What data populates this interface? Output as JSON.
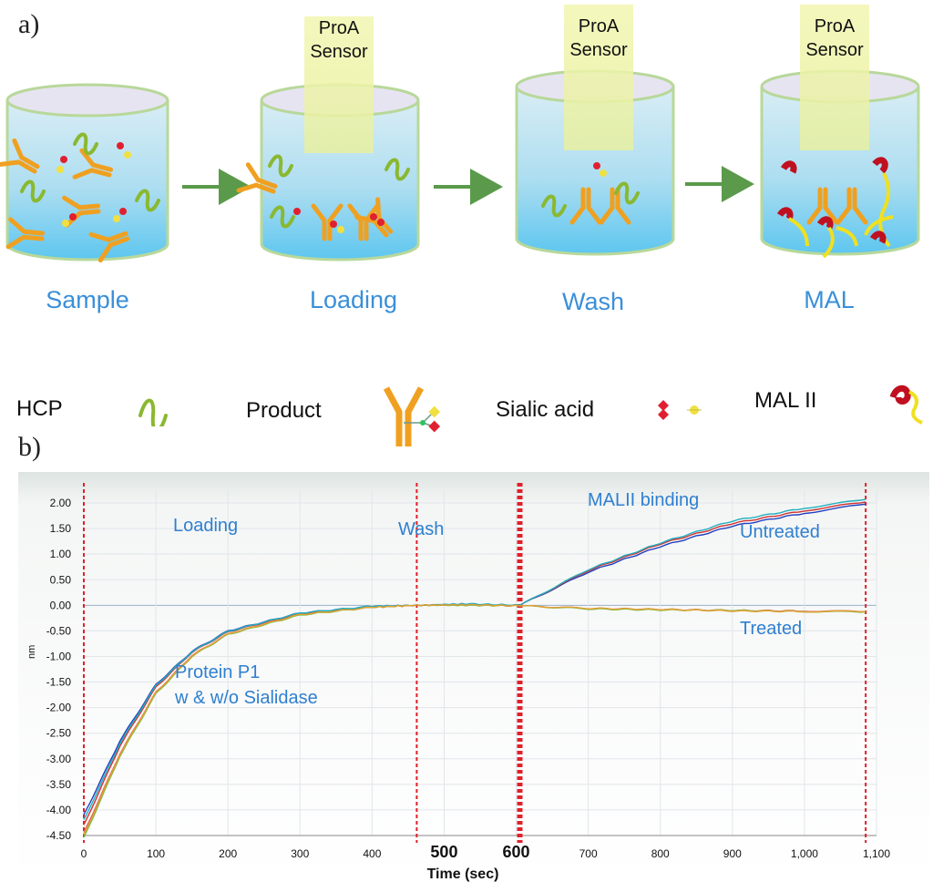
{
  "panel_a": {
    "letter": "a)",
    "sensor_label_line1": "ProA",
    "sensor_label_line2": "Sensor",
    "steps": [
      "Sample",
      "Loading",
      "Wash",
      "MAL"
    ]
  },
  "legend": {
    "hcp": "HCP",
    "product": "Product",
    "sialic_acid": "Sialic acid",
    "mal2": "MAL II"
  },
  "panel_b": {
    "letter": "b)",
    "annotations": {
      "loading": "Loading",
      "wash": "Wash",
      "malii_binding": "MALII binding",
      "untreated": "Untreated",
      "treated": "Treated",
      "protein_line1": "Protein P1",
      "protein_line2": "w & w/o Sialidase"
    }
  },
  "colors": {
    "label_blue": "#3a8fd8",
    "liquid_top": "#d9ecf3",
    "liquid_bottom": "#5cc6ee",
    "sensor": "#f1f5a8",
    "antibody": "#f0a020",
    "hcp": "#8ab830",
    "arrow": "#5a9a4a",
    "phase_line": "#e0202a"
  },
  "chart_data": {
    "type": "line",
    "xlabel": "Time (sec)",
    "ylabel": "nm",
    "xlim": [
      0,
      1100
    ],
    "ylim": [
      -4.5,
      2.25
    ],
    "x_ticks": [
      "0",
      "100",
      "200",
      "300",
      "400",
      "500",
      "600",
      "700",
      "800",
      "900",
      "1,000",
      "1,100"
    ],
    "y_ticks": [
      "2.00",
      "1.50",
      "1.00",
      "0.50",
      "0.00",
      "-0.50",
      "-1.00",
      "-1.50",
      "-2.00",
      "-2.50",
      "-3.00",
      "-3.50",
      "-4.00",
      "-4.50"
    ],
    "phase_boundaries": [
      0,
      462,
      605,
      1085
    ],
    "series": [
      {
        "group": "Untreated",
        "color": "#2040c0",
        "x": [
          0,
          50,
          100,
          150,
          200,
          300,
          400,
          462,
          530,
          605,
          700,
          800,
          900,
          1000,
          1085
        ],
        "y": [
          -4.1,
          -2.65,
          -1.55,
          -0.9,
          -0.5,
          -0.15,
          -0.02,
          0.0,
          0.02,
          0.0,
          0.65,
          1.15,
          1.55,
          1.8,
          1.98
        ]
      },
      {
        "group": "Untreated",
        "color": "#d03030",
        "x": [
          0,
          50,
          100,
          150,
          200,
          300,
          400,
          462,
          530,
          605,
          700,
          800,
          900,
          1000,
          1085
        ],
        "y": [
          -4.3,
          -2.75,
          -1.6,
          -0.92,
          -0.52,
          -0.16,
          -0.03,
          0.0,
          0.01,
          0.0,
          0.68,
          1.2,
          1.6,
          1.85,
          2.02
        ]
      },
      {
        "group": "Untreated",
        "color": "#20b0c0",
        "x": [
          0,
          50,
          100,
          150,
          200,
          300,
          400,
          462,
          530,
          605,
          700,
          800,
          900,
          1000,
          1085
        ],
        "y": [
          -4.2,
          -2.7,
          -1.57,
          -0.91,
          -0.51,
          -0.15,
          -0.02,
          0.0,
          0.03,
          0.0,
          0.7,
          1.22,
          1.65,
          1.9,
          2.07
        ]
      },
      {
        "group": "Treated",
        "color": "#e06060",
        "x": [
          0,
          50,
          100,
          150,
          200,
          300,
          400,
          462,
          530,
          605,
          700,
          800,
          900,
          1000,
          1085
        ],
        "y": [
          -4.45,
          -2.9,
          -1.7,
          -0.98,
          -0.56,
          -0.18,
          -0.04,
          0.0,
          0.01,
          -0.01,
          -0.06,
          -0.08,
          -0.1,
          -0.11,
          -0.12
        ]
      },
      {
        "group": "Treated",
        "color": "#70c040",
        "x": [
          0,
          50,
          100,
          150,
          200,
          300,
          400,
          462,
          530,
          605,
          700,
          800,
          900,
          1000,
          1085
        ],
        "y": [
          -4.55,
          -2.95,
          -1.73,
          -1.0,
          -0.57,
          -0.19,
          -0.04,
          0.0,
          0.0,
          -0.01,
          -0.07,
          -0.09,
          -0.1,
          -0.12,
          -0.13
        ]
      },
      {
        "group": "Treated",
        "color": "#e0a030",
        "x": [
          0,
          50,
          100,
          150,
          200,
          300,
          400,
          462,
          530,
          605,
          700,
          800,
          900,
          1000,
          1085
        ],
        "y": [
          -4.5,
          -2.92,
          -1.71,
          -0.99,
          -0.56,
          -0.18,
          -0.04,
          0.0,
          0.01,
          -0.01,
          -0.06,
          -0.08,
          -0.11,
          -0.12,
          -0.12
        ]
      }
    ]
  }
}
